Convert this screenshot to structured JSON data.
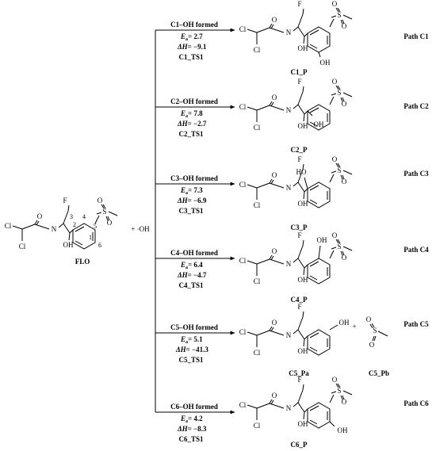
{
  "reactant": {
    "name": "FLO",
    "reagent": "+ ·OH"
  },
  "atoms": {
    "cl": "Cl",
    "o": "O",
    "n": "N",
    "s": "S",
    "f": "F",
    "oh": "OH",
    "ho": "HO",
    "plus": "+"
  },
  "ring_numbers": [
    "1",
    "2",
    "3",
    "4",
    "5",
    "6"
  ],
  "paths": [
    {
      "formed": "C1–OH formed",
      "ea_sym": "E",
      "ea_sub": "a",
      "ea_val": "= 2.7",
      "dh_sym": "ΔH",
      "dh_val": "= −9.1",
      "ts": "C1_TS1",
      "product": "C1_P",
      "path": "Path C1"
    },
    {
      "formed": "C2–OH formed",
      "ea_sym": "E",
      "ea_sub": "a",
      "ea_val": "= 7.8",
      "dh_sym": "ΔH",
      "dh_val": "= −2.7",
      "ts": "C2_TS1",
      "product": "C2_P",
      "path": "Path C2"
    },
    {
      "formed": "C3–OH formed",
      "ea_sym": "E",
      "ea_sub": "a",
      "ea_val": "= 7.3",
      "dh_sym": "ΔH",
      "dh_val": "= −6.9",
      "ts": "C3_TS1",
      "product": "C3_P",
      "path": "Path C3"
    },
    {
      "formed": "C4–OH formed",
      "ea_sym": "E",
      "ea_sub": "a",
      "ea_val": "= 6.4",
      "dh_sym": "ΔH",
      "dh_val": "= −4.7",
      "ts": "C4_TS1",
      "product": "C4_P",
      "path": "Path C4"
    },
    {
      "formed": "C5–OH formed",
      "ea_sym": "E",
      "ea_sub": "a",
      "ea_val": "= 5.1",
      "dh_sym": "ΔH",
      "dh_val": "= −41.3",
      "ts": "C5_TS1",
      "product": "C5_Pa",
      "product_b": "C5_Pb",
      "path": "Path C5"
    },
    {
      "formed": "C6–OH formed",
      "ea_sym": "E",
      "ea_sub": "a",
      "ea_val": "= 4.2",
      "dh_sym": "ΔH",
      "dh_val": "= −8.3",
      "ts": "C6_TS1",
      "product": "C6_P",
      "path": "Path C6"
    }
  ]
}
